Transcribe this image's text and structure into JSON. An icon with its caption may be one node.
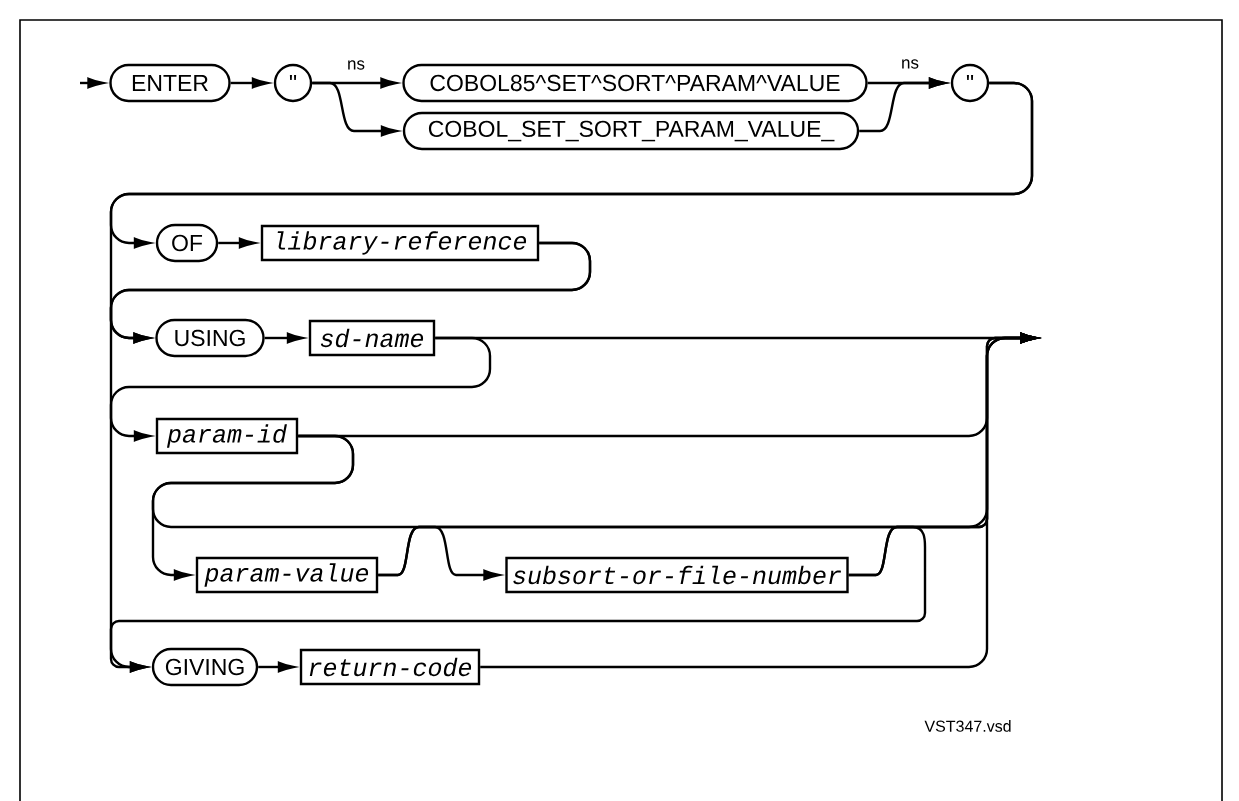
{
  "diagram": {
    "nodes": [
      {
        "text": [
          "ENTER"
        ]
      },
      {
        "text": [
          "\""
        ]
      },
      {
        "text": [
          "COBOL85^SET^SORT^PARAM^VALUE"
        ]
      },
      {
        "text": [
          "COBOL_SET_SORT_PARAM_VALUE_"
        ]
      },
      {
        "text": [
          "\""
        ]
      },
      {
        "text": [
          "OF"
        ]
      },
      {
        "text": [
          "library-reference"
        ]
      },
      {
        "text": [
          "USING"
        ]
      },
      {
        "text": [
          "sd-name"
        ]
      },
      {
        "text": [
          "param-id"
        ]
      },
      {
        "text": [
          "param-value"
        ]
      },
      {
        "text": [
          "subsort-or-file-number"
        ]
      },
      {
        "text": [
          "GIVING"
        ]
      },
      {
        "text": [
          "return-code"
        ]
      }
    ],
    "edges": [
      {
        "from": null,
        "to": 0,
        "arrow": "to"
      },
      {
        "from": 0,
        "to": 1,
        "arrow": "to"
      },
      {
        "from": 1,
        "to": 2,
        "arrow": "to",
        "label": "ns"
      },
      {
        "from": 1,
        "to": 3,
        "arrow": "to"
      },
      {
        "from": 2,
        "to": 4,
        "arrow": "to",
        "label": "ns"
      },
      {
        "from": 3,
        "to": 4,
        "arrow": "to"
      },
      {
        "from": 4,
        "to": 5,
        "arrow": "to"
      },
      {
        "from": 5,
        "to": 6,
        "arrow": "to"
      },
      {
        "from": 4,
        "to": 7,
        "arrow": "to"
      },
      {
        "from": 6,
        "to": 7,
        "arrow": "to"
      },
      {
        "from": 7,
        "to": 8,
        "arrow": "to"
      },
      {
        "from": 8,
        "to": null,
        "arrow": "to"
      },
      {
        "from": 8,
        "to": 9,
        "arrow": "to"
      },
      {
        "from": 9,
        "to": null,
        "arrow": "to"
      },
      {
        "from": 9,
        "to": 10,
        "arrow": "to"
      },
      {
        "from": 9,
        "to": null,
        "arrow": "to"
      },
      {
        "from": 10,
        "to": 11,
        "arrow": "to"
      },
      {
        "from": 10,
        "to": null,
        "arrow": "to"
      },
      {
        "from": 11,
        "to": null,
        "arrow": "to"
      },
      {
        "from": 11,
        "to": 12,
        "arrow": "to"
      },
      {
        "from": 12,
        "to": 13,
        "arrow": "to"
      },
      {
        "from": 13,
        "to": null,
        "arrow": "to"
      },
      {
        "from": 6,
        "to": 12,
        "arrow": "to"
      }
    ],
    "labels": [
      "VST347.vsd"
    ]
  }
}
